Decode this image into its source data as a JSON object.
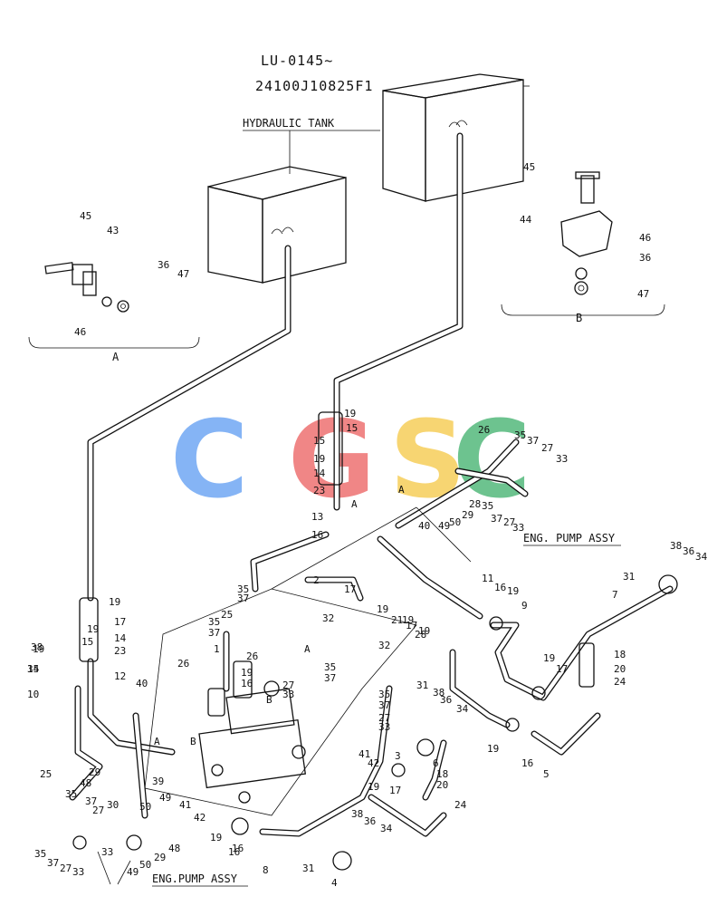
{
  "header": {
    "serial_range": "LU-0145~",
    "part_number": "24100J10825F1"
  },
  "labels": {
    "hydraulic_tank": "HYDRAULIC  TANK",
    "eng_pump_assy_top": "ENG. PUMP ASSY",
    "eng_pump_assy_bottom": "ENG.PUMP ASSY",
    "detail_a": "A",
    "detail_b": "B"
  },
  "watermark": {
    "letters": [
      {
        "ch": "C",
        "color": "#7fb0f5"
      },
      {
        "ch": "G",
        "color": "#f08080"
      },
      {
        "ch": "S",
        "color": "#f7d36b"
      },
      {
        "ch": "C",
        "color": "#66c08a"
      }
    ]
  },
  "callouts": [
    "45",
    "43",
    "36",
    "47",
    "46",
    "45",
    "44",
    "46",
    "36",
    "47",
    "19",
    "15",
    "15",
    "19",
    "14",
    "23",
    "13",
    "16",
    "A",
    "A",
    "26",
    "35",
    "37",
    "27",
    "33",
    "40",
    "49",
    "50",
    "29",
    "28",
    "35",
    "37",
    "27",
    "33",
    "38",
    "36",
    "34",
    "31",
    "7",
    "11",
    "16",
    "19",
    "9",
    "2",
    "17",
    "19",
    "21",
    "17",
    "19",
    "35",
    "37",
    "25",
    "35",
    "37",
    "1",
    "32",
    "32",
    "19",
    "28",
    "19",
    "17",
    "18",
    "20",
    "24",
    "19",
    "17",
    "38",
    "34",
    "19",
    "15",
    "19",
    "15",
    "14",
    "23",
    "10",
    "12",
    "40",
    "26",
    "19",
    "16",
    "26",
    "27",
    "33",
    "35",
    "37",
    "A",
    "B",
    "31",
    "38",
    "36",
    "34",
    "35",
    "37",
    "27",
    "33",
    "3",
    "41",
    "42",
    "16",
    "6",
    "18",
    "20",
    "5",
    "19",
    "16",
    "25",
    "35",
    "48",
    "29",
    "39",
    "37",
    "49",
    "27",
    "30",
    "50",
    "41",
    "42",
    "19",
    "16",
    "17",
    "19",
    "24",
    "38",
    "36",
    "34",
    "8",
    "31",
    "4",
    "35",
    "37",
    "27",
    "33",
    "33",
    "49",
    "50",
    "29",
    "48",
    "A",
    "B"
  ]
}
